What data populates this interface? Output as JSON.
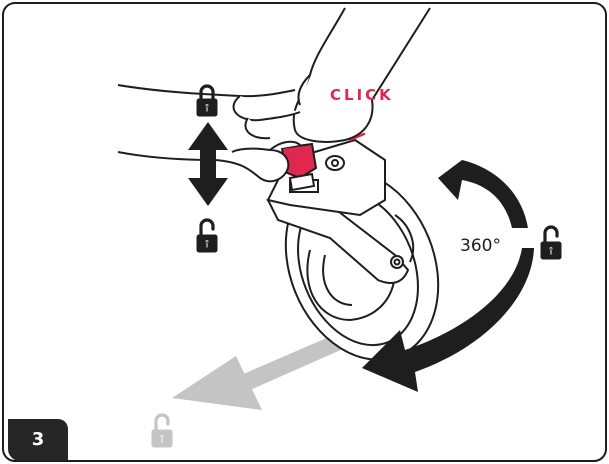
{
  "instruction": {
    "click_label": "CLICK",
    "rotation_label": "360°",
    "step_number": "3"
  },
  "icons": {
    "locked": "padlock-closed-icon",
    "unlocked": "padlock-open-icon",
    "unlocked_faded": "padlock-open-faded-icon",
    "up_down_arrow": "double-arrow-vertical-icon",
    "rotation_arrow": "curved-rotation-arrow-icon",
    "direction_arrow": "travel-direction-arrow-icon"
  },
  "colors": {
    "accent": "#e0284f",
    "ink": "#1e1e1e",
    "faded": "#c4c4c4"
  }
}
